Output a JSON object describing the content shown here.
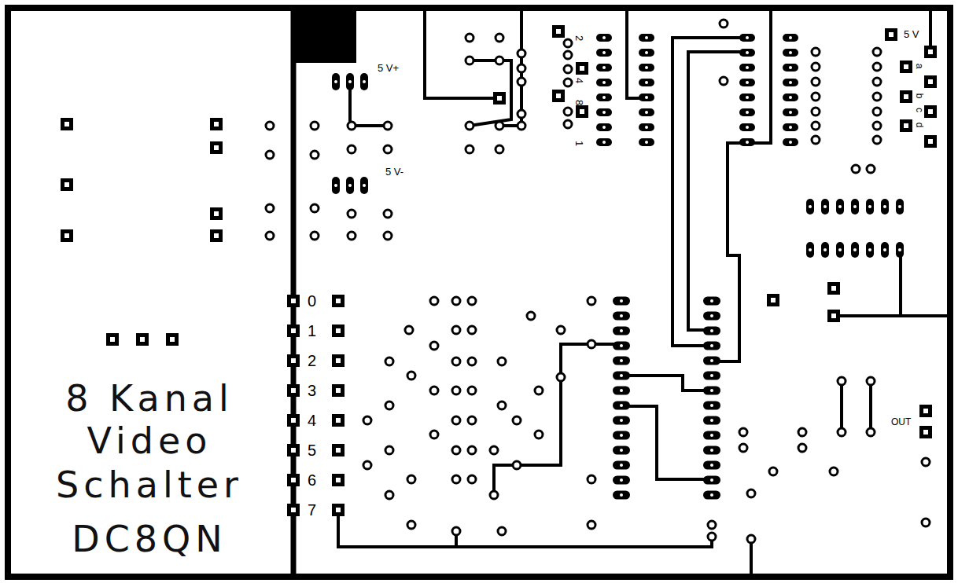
{
  "diagram": {
    "labels": [
      "5 V+",
      "5 V-",
      "2",
      "4",
      "8",
      "1",
      "5 V",
      "a",
      "b",
      "c",
      "d",
      "0",
      "1",
      "2",
      "3",
      "4",
      "5",
      "6",
      "7",
      "OUT",
      "8 Kanal",
      "Video",
      "Schalter",
      "DC8QN"
    ]
  }
}
